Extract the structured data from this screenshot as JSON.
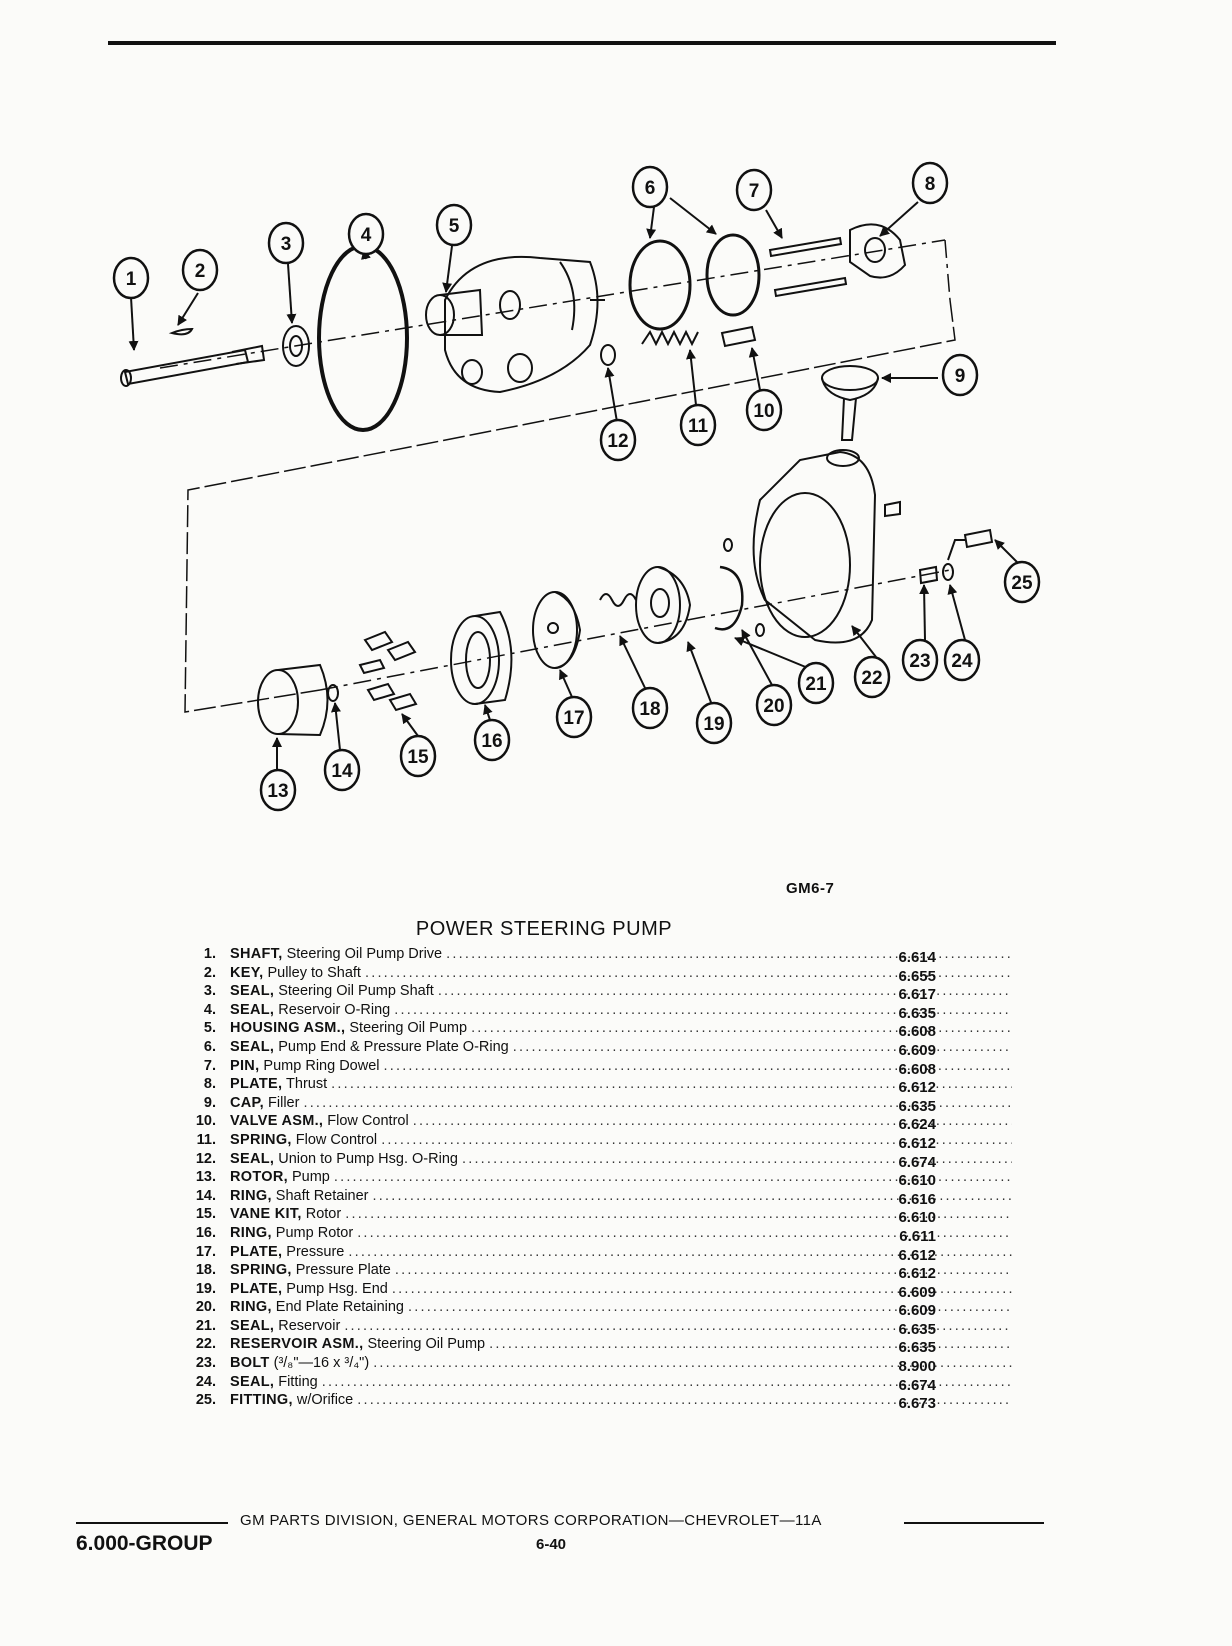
{
  "figure": {
    "code": "GM6-7",
    "callouts": [
      "1",
      "2",
      "3",
      "4",
      "5",
      "6",
      "7",
      "8",
      "9",
      "10",
      "11",
      "12",
      "13",
      "14",
      "15",
      "16",
      "17",
      "18",
      "19",
      "20",
      "21",
      "22",
      "23",
      "24",
      "25"
    ]
  },
  "title": "POWER STEERING PUMP",
  "parts": [
    {
      "num": "1.",
      "name": "SHAFT,",
      "desc": "Steering Oil Pump Drive",
      "code": "6.614"
    },
    {
      "num": "2.",
      "name": "KEY,",
      "desc": "Pulley to Shaft",
      "code": "6.655"
    },
    {
      "num": "3.",
      "name": "SEAL,",
      "desc": "Steering Oil Pump Shaft",
      "code": "6.617"
    },
    {
      "num": "4.",
      "name": "SEAL,",
      "desc": "Reservoir O-Ring",
      "code": "6.635"
    },
    {
      "num": "5.",
      "name": "HOUSING ASM.,",
      "desc": "Steering Oil Pump",
      "code": "6.608"
    },
    {
      "num": "6.",
      "name": "SEAL,",
      "desc": "Pump End & Pressure Plate O-Ring",
      "code": "6.609"
    },
    {
      "num": "7.",
      "name": "PIN,",
      "desc": "Pump Ring Dowel",
      "code": "6.608"
    },
    {
      "num": "8.",
      "name": "PLATE,",
      "desc": "Thrust",
      "code": "6.612"
    },
    {
      "num": "9.",
      "name": "CAP,",
      "desc": "Filler",
      "code": "6.635"
    },
    {
      "num": "10.",
      "name": "VALVE ASM.,",
      "desc": "Flow Control",
      "code": "6.624"
    },
    {
      "num": "11.",
      "name": "SPRING,",
      "desc": "Flow Control",
      "code": "6.612"
    },
    {
      "num": "12.",
      "name": "SEAL,",
      "desc": "Union to Pump Hsg. O-Ring",
      "code": "6.674"
    },
    {
      "num": "13.",
      "name": "ROTOR,",
      "desc": "Pump",
      "code": "6.610"
    },
    {
      "num": "14.",
      "name": "RING,",
      "desc": "Shaft Retainer",
      "code": "6.616"
    },
    {
      "num": "15.",
      "name": "VANE KIT,",
      "desc": "Rotor",
      "code": "6.610"
    },
    {
      "num": "16.",
      "name": "RING,",
      "desc": "Pump Rotor",
      "code": "6.611"
    },
    {
      "num": "17.",
      "name": "PLATE,",
      "desc": "Pressure",
      "code": "6.612"
    },
    {
      "num": "18.",
      "name": "SPRING,",
      "desc": "Pressure Plate",
      "code": "6.612"
    },
    {
      "num": "19.",
      "name": "PLATE,",
      "desc": "Pump Hsg. End",
      "code": "6.609"
    },
    {
      "num": "20.",
      "name": "RING,",
      "desc": "End Plate Retaining",
      "code": "6.609"
    },
    {
      "num": "21.",
      "name": "SEAL,",
      "desc": "Reservoir",
      "code": "6.635"
    },
    {
      "num": "22.",
      "name": "RESERVOIR ASM.,",
      "desc": "Steering Oil Pump",
      "code": "6.635"
    },
    {
      "num": "23.",
      "name": "BOLT",
      "desc": "(³/₈\"—16 x ³/₄\")",
      "code": "8.900"
    },
    {
      "num": "24.",
      "name": "SEAL,",
      "desc": "Fitting",
      "code": "6.674"
    },
    {
      "num": "25.",
      "name": "FITTING,",
      "desc": "w/Orifice",
      "code": "6.673"
    }
  ],
  "footer": {
    "publisher": "GM PARTS DIVISION, GENERAL MOTORS CORPORATION—CHEVROLET—11A",
    "group": "6.000-GROUP",
    "page": "6-40"
  }
}
